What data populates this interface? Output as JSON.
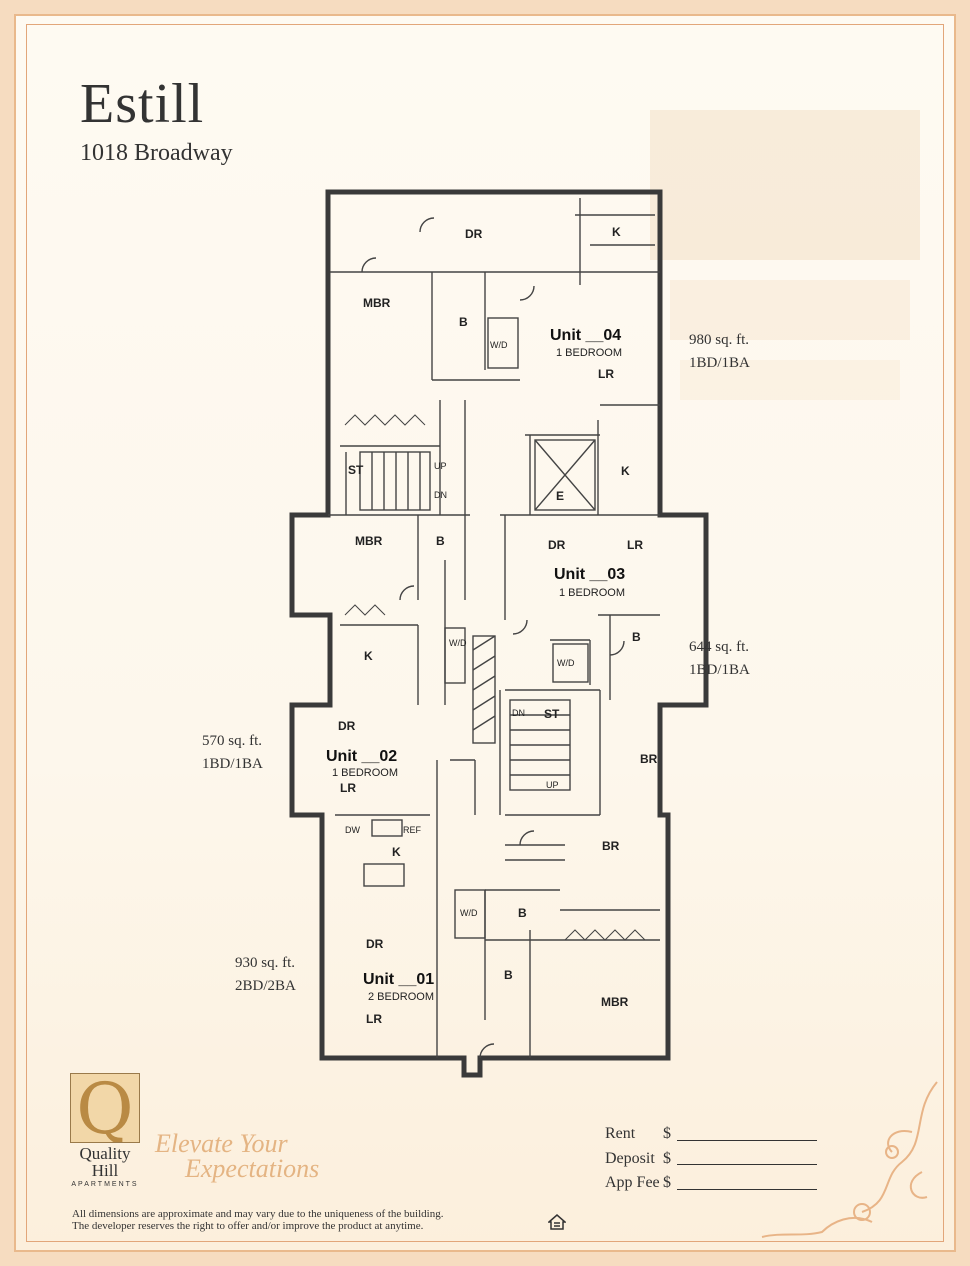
{
  "property": {
    "name": "Estill",
    "address": "1018 Broadway"
  },
  "units": {
    "u04": {
      "name": "Unit __04",
      "type": "1 BEDROOM",
      "sqft": "980 sq. ft.",
      "bedbath": "1BD/1BA"
    },
    "u03": {
      "name": "Unit __03",
      "type": "1 BEDROOM",
      "sqft": "644 sq. ft.",
      "bedbath": "1BD/1BA"
    },
    "u02": {
      "name": "Unit __02",
      "type": "1 BEDROOM",
      "sqft": "570 sq. ft.",
      "bedbath": "1BD/1BA"
    },
    "u01": {
      "name": "Unit __01",
      "type": "2 BEDROOM",
      "sqft": "930 sq. ft.",
      "bedbath": "2BD/2BA"
    }
  },
  "rooms": {
    "r01": "DR",
    "r02": "K",
    "r03": "MBR",
    "r04": "B",
    "r05": "W/D",
    "r06": "LR",
    "r07": "ST",
    "r08": "UP",
    "r09": "DN",
    "r10": "E",
    "r11": "K",
    "r12": "MBR",
    "r13": "B",
    "r14": "DR",
    "r15": "LR",
    "r16": "B",
    "r17": "K",
    "r18": "W/D",
    "r19": "W/D",
    "r20": "DN",
    "r21": "ST",
    "r22": "UP",
    "r23": "DR",
    "r24": "LR",
    "r25": "BR",
    "r26": "DW",
    "r27": "REF",
    "r28": "K",
    "r29": "BR",
    "r30": "W/D",
    "r31": "B",
    "r32": "DR",
    "r33": "B",
    "r34": "MBR",
    "r35": "LR"
  },
  "brand": {
    "logo_line1": "Quality",
    "logo_line2": "Hill",
    "logo_line3": "APARTMENTS",
    "tagline_line1": "Elevate Your",
    "tagline_line2": "Expectations"
  },
  "fees": [
    {
      "label": "Rent",
      "currency": "$"
    },
    {
      "label": "Deposit",
      "currency": "$"
    },
    {
      "label": "App Fee",
      "currency": "$"
    }
  ],
  "footer": {
    "disclaimer_line1": "All dimensions are approximate and may vary due to the uniqueness of the building.",
    "disclaimer_line2": "The developer reserves the right to offer and/or improve the product at anytime."
  },
  "colors": {
    "border": "#f6dcc0",
    "accent": "#e4b483",
    "background": "#fdf8ee"
  }
}
